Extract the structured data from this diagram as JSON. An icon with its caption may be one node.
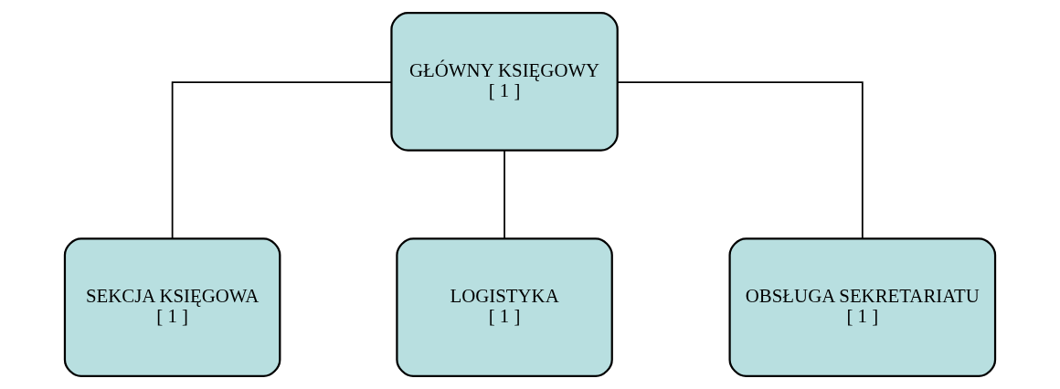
{
  "diagram": {
    "nodes": [
      {
        "text": [
          "GŁÓWNY KSIĘGOWY",
          "[ 1 ]"
        ]
      },
      {
        "text": [
          "SEKCJA KSIĘGOWA",
          "[ 1 ]"
        ]
      },
      {
        "text": [
          "LOGISTYKA",
          "[ 1 ]"
        ]
      },
      {
        "text": [
          "OBSŁUGA SEKRETARIATU",
          "[ 1 ]"
        ]
      }
    ],
    "edges": [
      {
        "from": 0,
        "to": 1,
        "arrow": "none"
      },
      {
        "from": 0,
        "to": 2,
        "arrow": "none"
      },
      {
        "from": 0,
        "to": 3,
        "arrow": "none"
      }
    ]
  }
}
